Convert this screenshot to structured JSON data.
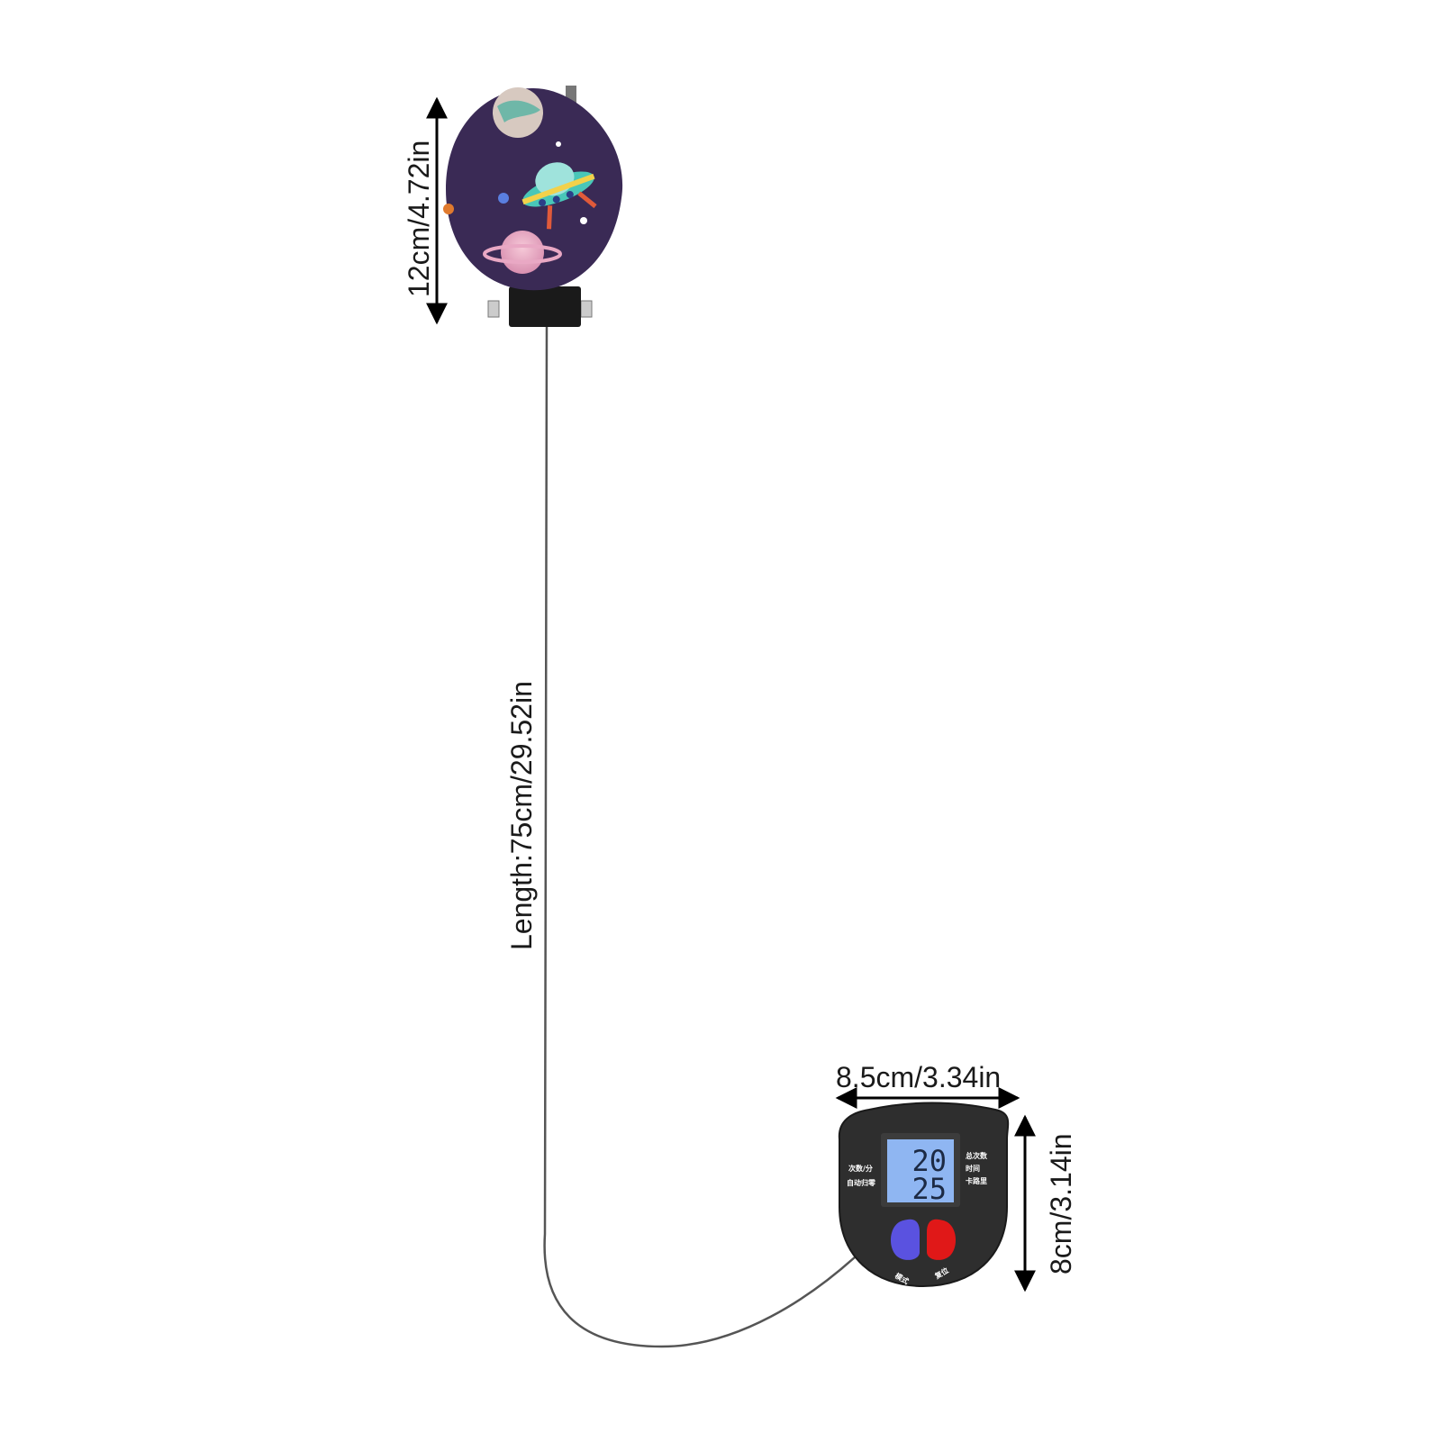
{
  "dimensions": {
    "paddle_height": "12cm/4.72in",
    "cable_length": "Length:75cm/29.52in",
    "counter_width": "8.5cm/3.34in",
    "counter_height": "8cm/3.14in"
  },
  "counter": {
    "lcd_top": "20",
    "lcd_bottom": "25",
    "left_label_1": "次数/分",
    "left_label_2": "自动归零",
    "right_label_1": "总次数",
    "right_label_2": "时间",
    "right_label_3": "卡路里",
    "button_left_label": "模式",
    "button_right_label": "复位"
  },
  "colors": {
    "paddle": "#3a2a55",
    "counter_body": "#2e2e2e",
    "lcd": "#8fb6f2",
    "button_left": "#5a52e0",
    "button_right": "#e01818"
  }
}
